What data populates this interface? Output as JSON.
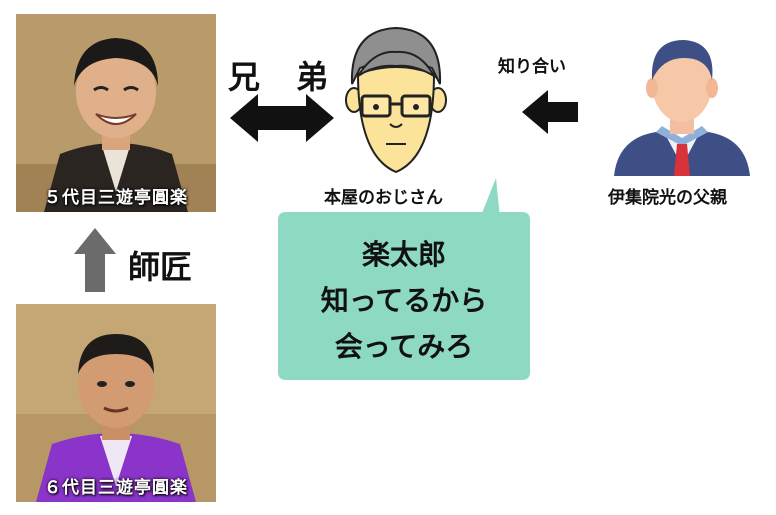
{
  "diagram": {
    "top_person": {
      "caption": "５代目三遊亭圓楽"
    },
    "bottom_person": {
      "caption": "６代目三遊亭圓楽"
    },
    "sibling_relation": {
      "char1": "兄",
      "char2": "弟"
    },
    "mentor_relation": {
      "label": "師匠"
    },
    "center_person": {
      "label": "本屋のおじさん"
    },
    "acquaintance_relation": {
      "label": "知り合い"
    },
    "right_person": {
      "label": "伊集院光の父親"
    },
    "speech": {
      "lines": [
        "楽太郎",
        "知ってるから",
        "会ってみろ"
      ]
    }
  },
  "colors": {
    "bubble_fill": "#8dd9c4",
    "arrow_dark": "#111111",
    "arrow_gray": "#6b6b6b",
    "face_skin": "#fbe39a",
    "suit_navy": "#3d4f85",
    "tie_red": "#d8323b",
    "kimono_purple": "#8b34c9",
    "photo_caption_top_bg": "#b99a6a",
    "photo_caption_bottom_bg": "#c5a675"
  }
}
